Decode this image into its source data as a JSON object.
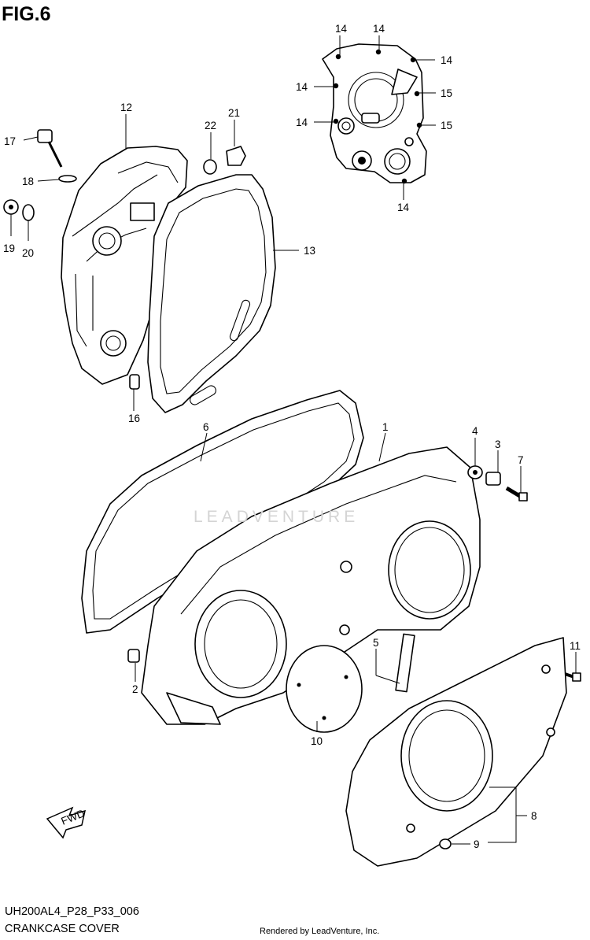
{
  "figure": {
    "title": "FIG.6",
    "model_code": "UH200AL4_P28_P33_006",
    "group_name": "CRANKCASE COVER",
    "credit": "Rendered by LeadVenture, Inc.",
    "watermark": "LEADVENTURE",
    "fwd_label": "FWD"
  },
  "callouts": {
    "c1": "1",
    "c2": "2",
    "c3": "3",
    "c4": "4",
    "c5": "5",
    "c6": "6",
    "c7": "7",
    "c8": "8",
    "c9": "9",
    "c10": "10",
    "c11": "11",
    "c12": "12",
    "c13": "13",
    "c14a": "14",
    "c14b": "14",
    "c14c": "14",
    "c14d": "14",
    "c14e": "14",
    "c14f": "14",
    "c15a": "15",
    "c15b": "15",
    "c16": "16",
    "c17": "17",
    "c18": "18",
    "c19": "19",
    "c20": "20",
    "c21": "21",
    "c22": "22"
  }
}
